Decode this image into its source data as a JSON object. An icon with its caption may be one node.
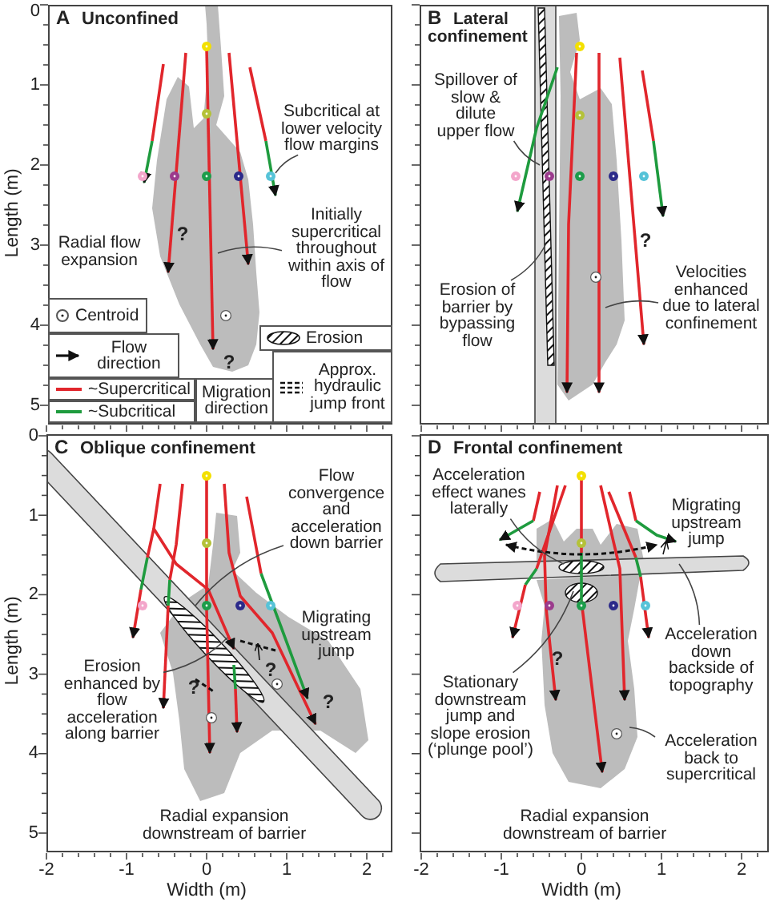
{
  "diagram": {
    "nodes": [
      {
        "text": [
          "A",
          "Unconfined"
        ]
      },
      {
        "text": [
          "Subcritical at lower velocity flow margins"
        ],
        "in": 0
      },
      {
        "text": [
          "Initially supercritical throughout within axis of flow"
        ],
        "in": 0
      },
      {
        "text": [
          "B",
          "Lateral confinement"
        ]
      },
      {
        "text": [
          "Spillover of slow & dilute upper flow"
        ],
        "in": 3
      },
      {
        "text": [
          "Erosion of barrier by bypassing flow"
        ],
        "in": 3
      },
      {
        "text": [
          "Velocities enhanced due to lateral confinement"
        ],
        "in": 3
      },
      {
        "text": [
          "C",
          "Oblique confinement"
        ]
      },
      {
        "text": [
          "Flow convergence and acceleration down barrier"
        ],
        "in": 7
      },
      {
        "text": [
          "Erosion enhanced by flow acceleration along barrier"
        ],
        "in": 7
      },
      {
        "text": [
          "D",
          "Frontal confinement"
        ]
      },
      {
        "text": [
          "Acceleration effect wanes laterally"
        ],
        "in": 10
      },
      {
        "text": [
          "Stationary downstream jump and slope erosion (‘plunge pool’)"
        ],
        "in": 10
      },
      {
        "text": [
          "Acceleration down backside of topography"
        ],
        "in": 10
      },
      {
        "text": [
          "Acceleration back to supercritical"
        ],
        "in": 10
      }
    ],
    "edges": [
      {
        "from": 1,
        "to": null,
        "arrow": "none"
      },
      {
        "from": 2,
        "to": null,
        "arrow": "none"
      },
      {
        "from": 4,
        "to": null,
        "arrow": "none"
      },
      {
        "from": 5,
        "to": null,
        "arrow": "none"
      },
      {
        "from": 6,
        "to": null,
        "arrow": "none"
      },
      {
        "from": 8,
        "to": null,
        "arrow": "none"
      },
      {
        "from": 9,
        "to": null,
        "arrow": "none"
      },
      {
        "from": 11,
        "to": null,
        "arrow": "none"
      },
      {
        "from": 12,
        "to": null,
        "arrow": "none"
      },
      {
        "from": 13,
        "to": null,
        "arrow": "none"
      },
      {
        "from": 14,
        "to": null,
        "arrow": "none"
      }
    ],
    "labels": [
      "0",
      "1",
      "2",
      "3",
      "4",
      "5",
      "Length (m)",
      "Radial flow expansion",
      "?",
      "?",
      "?",
      "0",
      "1",
      "2",
      "3",
      "4",
      "5",
      "Length (m)",
      "Migrating upstream jump",
      "?",
      "?",
      "?",
      "Radial expansion downstream of barrier",
      "-2",
      "-1",
      "0",
      "1",
      "2",
      "Width (m)",
      "Migrating upstream jump",
      "?",
      "Radial expansion downstream of barrier",
      "-2",
      "-1",
      "0",
      "1",
      "2",
      "Width (m)"
    ],
    "legend": [
      {
        "text": "Centroid"
      },
      {
        "text": "Flow direction"
      },
      {
        "text": "~Supercritical"
      },
      {
        "text": "~Subcritical"
      },
      {
        "text": "Migration direction"
      },
      {
        "text": "Erosion"
      },
      {
        "text": "Approx. hydraulic jump front"
      }
    ]
  }
}
